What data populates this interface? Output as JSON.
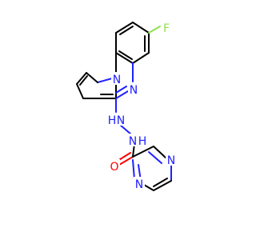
{
  "molecule": {
    "atoms": {
      "fluorine": {
        "symbol": "F",
        "color": "#90e050"
      },
      "n_pyrrole": {
        "symbol": "N",
        "color": "#2020ff"
      },
      "n_ring": {
        "symbol": "N",
        "color": "#2020ff"
      },
      "n_hydrazine_1": {
        "symbol": "N",
        "color": "#2020ff"
      },
      "h_hydrazine_1": {
        "symbol": "H",
        "color": "#2020ff"
      },
      "n_hydrazine_2": {
        "symbol": "N",
        "color": "#2020ff"
      },
      "h_hydrazine_2": {
        "symbol": "H",
        "color": "#2020ff"
      },
      "oxygen": {
        "symbol": "O",
        "color": "#ff0000"
      },
      "n_pyrazine_top": {
        "symbol": "N",
        "color": "#2020ff"
      },
      "n_pyrazine_bottom": {
        "symbol": "N",
        "color": "#2020ff"
      }
    }
  }
}
